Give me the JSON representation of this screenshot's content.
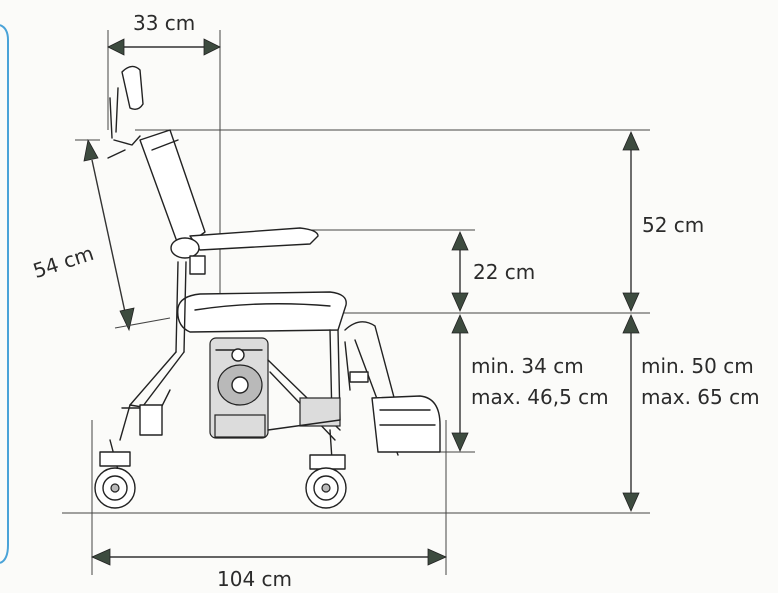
{
  "dimensions": {
    "top_width": "33 cm",
    "backrest_height": "54 cm",
    "back_above_seat": "52 cm",
    "armrest_height": "22 cm",
    "seat_height_min": "min. 34 cm",
    "seat_height_max": "max. 46,5 cm",
    "total_seat_min": "min. 50 cm",
    "total_seat_max": "max. 65 cm",
    "total_length": "104 cm"
  }
}
